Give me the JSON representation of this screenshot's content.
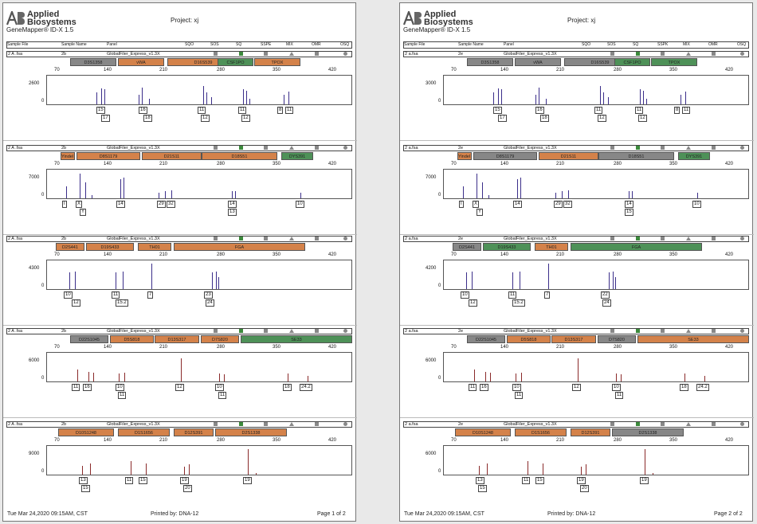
{
  "pages": [
    {
      "logo": {
        "line1": "Applied",
        "line2": "Biosystems"
      },
      "app_title": "GeneMapper® ID-X 1.5",
      "project": "Project: xj",
      "header": [
        "Sample File",
        "Sample Name",
        "Panel",
        "SQO",
        "SOS",
        "SQ",
        "SSPE",
        "MIX",
        "OMR",
        "OSQ"
      ],
      "panels": [
        {
          "file": "2 A .fsa",
          "sample": "2b",
          "panel": "GlobalFiler_Express_v1.3X",
          "ymax": "2600",
          "markers": [
            [
              "D3S1358",
              "gray"
            ],
            [
              "vWA",
              "orange"
            ],
            [
              "D16S539",
              "orange"
            ],
            [
              "CSF1PO",
              "green"
            ],
            [
              "TPOX",
              "orange"
            ]
          ],
          "alleles": [
            "15",
            "17",
            "16",
            "18",
            "11",
            "12",
            "11",
            "12",
            "8",
            "11"
          ]
        },
        {
          "file": "2 A .fsa",
          "sample": "2b",
          "panel": "GlobalFiler_Express_v1.3X",
          "ymax": "7000",
          "markers": [
            [
              "Yindel AM",
              "orange"
            ],
            [
              "D8S1179",
              "orange"
            ],
            [
              "D21S11",
              "orange"
            ],
            [
              "D18S51",
              "orange"
            ],
            [
              "DYS391",
              "green"
            ]
          ],
          "alleles": [
            "I",
            "X",
            "Y",
            "14",
            "29",
            "32",
            "14",
            "13",
            "10"
          ]
        },
        {
          "file": "2 A .fsa",
          "sample": "2b",
          "panel": "GlobalFiler_Express_v1.3X",
          "ymax": "4300",
          "markers": [
            [
              "D2S441",
              "orange"
            ],
            [
              "D19S433",
              "orange"
            ],
            [
              "TH01",
              "orange"
            ],
            [
              "FGA",
              "orange"
            ]
          ],
          "alleles": [
            "10",
            "12",
            "11",
            "15.2",
            "7",
            "23",
            "24"
          ]
        },
        {
          "file": "2 A .fsa",
          "sample": "2b",
          "panel": "GlobalFiler_Express_v1.3X",
          "ymax": "6000",
          "markers": [
            [
              "D22S1045",
              "gray"
            ],
            [
              "D5S818",
              "orange"
            ],
            [
              "D13S317",
              "orange"
            ],
            [
              "D7S820",
              "orange"
            ],
            [
              "SE33",
              "green"
            ]
          ],
          "alleles": [
            "11",
            "16",
            "10",
            "11",
            "12",
            "10",
            "11",
            "18",
            "24.2"
          ]
        },
        {
          "file": "2 A .fsa",
          "sample": "2b",
          "panel": "GlobalFiler_Express_v1.3X",
          "ymax": "9000",
          "markers": [
            [
              "D10S1248",
              "orange"
            ],
            [
              "D1S1656",
              "orange"
            ],
            [
              "D12S391",
              "orange"
            ],
            [
              "D2S1338",
              "orange"
            ]
          ],
          "alleles": [
            "13",
            "15",
            "11",
            "15",
            "19",
            "20",
            "19"
          ]
        }
      ],
      "ticks": [
        "70",
        "140",
        "210",
        "280",
        "350",
        "420"
      ],
      "footer": {
        "date": "Tue Mar 24,2020 09:15AM, CST",
        "printed": "Printed by: DNA-12",
        "page": "Page 1 of 2"
      }
    },
    {
      "logo": {
        "line1": "Applied",
        "line2": "Biosystems"
      },
      "app_title": "GeneMapper® ID-X 1.5",
      "project": "Project: xj",
      "header": [
        "Sample File",
        "Sample Name",
        "Panel",
        "SQO",
        "SOS",
        "SQ",
        "SSPK",
        "MIX",
        "OMR",
        "OSQ"
      ],
      "panels": [
        {
          "file": "2 a.fsa",
          "sample": "2e",
          "panel": "GlobalFiler_Express_v1.3X",
          "ymax": "3000",
          "markers": [
            [
              "D3S1358",
              "gray"
            ],
            [
              "vWA",
              "gray"
            ],
            [
              "D16S539",
              "gray"
            ],
            [
              "CSF1PO",
              "green"
            ],
            [
              "TPOX",
              "green"
            ]
          ],
          "alleles": [
            "15",
            "17",
            "16",
            "18",
            "11",
            "12",
            "11",
            "12",
            "8",
            "11"
          ]
        },
        {
          "file": "2 a.fsa",
          "sample": "2e",
          "panel": "GlobalFiler_Express_v1.3X",
          "ymax": "7000",
          "markers": [
            [
              "Yindel AM",
              "orange"
            ],
            [
              "D8S1179",
              "gray"
            ],
            [
              "D21S11",
              "orange"
            ],
            [
              "D18S51",
              "gray"
            ],
            [
              "DYS391",
              "green"
            ]
          ],
          "alleles": [
            "I",
            "X",
            "Y",
            "14",
            "29",
            "32",
            "14",
            "15",
            "10"
          ]
        },
        {
          "file": "2 a.fsa",
          "sample": "2e",
          "panel": "GlobalFiler_Express_v1.3X",
          "ymax": "4200",
          "markers": [
            [
              "D2S441",
              "gray"
            ],
            [
              "D19S433",
              "green"
            ],
            [
              "TH01",
              "orange"
            ],
            [
              "FGA",
              "green"
            ]
          ],
          "alleles": [
            "10",
            "12",
            "11",
            "15.2",
            "7",
            "22",
            "24"
          ]
        },
        {
          "file": "2 a.fsa",
          "sample": "2e",
          "panel": "GlobalFiler_Express_v1.3X",
          "ymax": "6000",
          "markers": [
            [
              "D22S1045",
              "gray"
            ],
            [
              "D5S818",
              "orange"
            ],
            [
              "D13S317",
              "orange"
            ],
            [
              "D7S820",
              "gray"
            ],
            [
              "SE33",
              "orange"
            ]
          ],
          "alleles": [
            "11",
            "16",
            "10",
            "11",
            "12",
            "10",
            "11",
            "18",
            "24.2"
          ]
        },
        {
          "file": "2 a.fsa",
          "sample": "2e",
          "panel": "GlobalFiler_Express_v1.3X",
          "ymax": "6000",
          "markers": [
            [
              "D10S1248",
              "orange"
            ],
            [
              "D1S1656",
              "orange"
            ],
            [
              "D12S391",
              "orange"
            ],
            [
              "D2S1338",
              "gray"
            ]
          ],
          "alleles": [
            "13",
            "15",
            "11",
            "15",
            "19",
            "20",
            "19"
          ]
        }
      ],
      "ticks": [
        "70",
        "140",
        "210",
        "280",
        "350",
        "420"
      ],
      "footer": {
        "date": "Tue Mar 24,2020 09:15AM, CST",
        "printed": "Printed by: DNA-12",
        "page": "Page 2 of 2"
      }
    }
  ]
}
